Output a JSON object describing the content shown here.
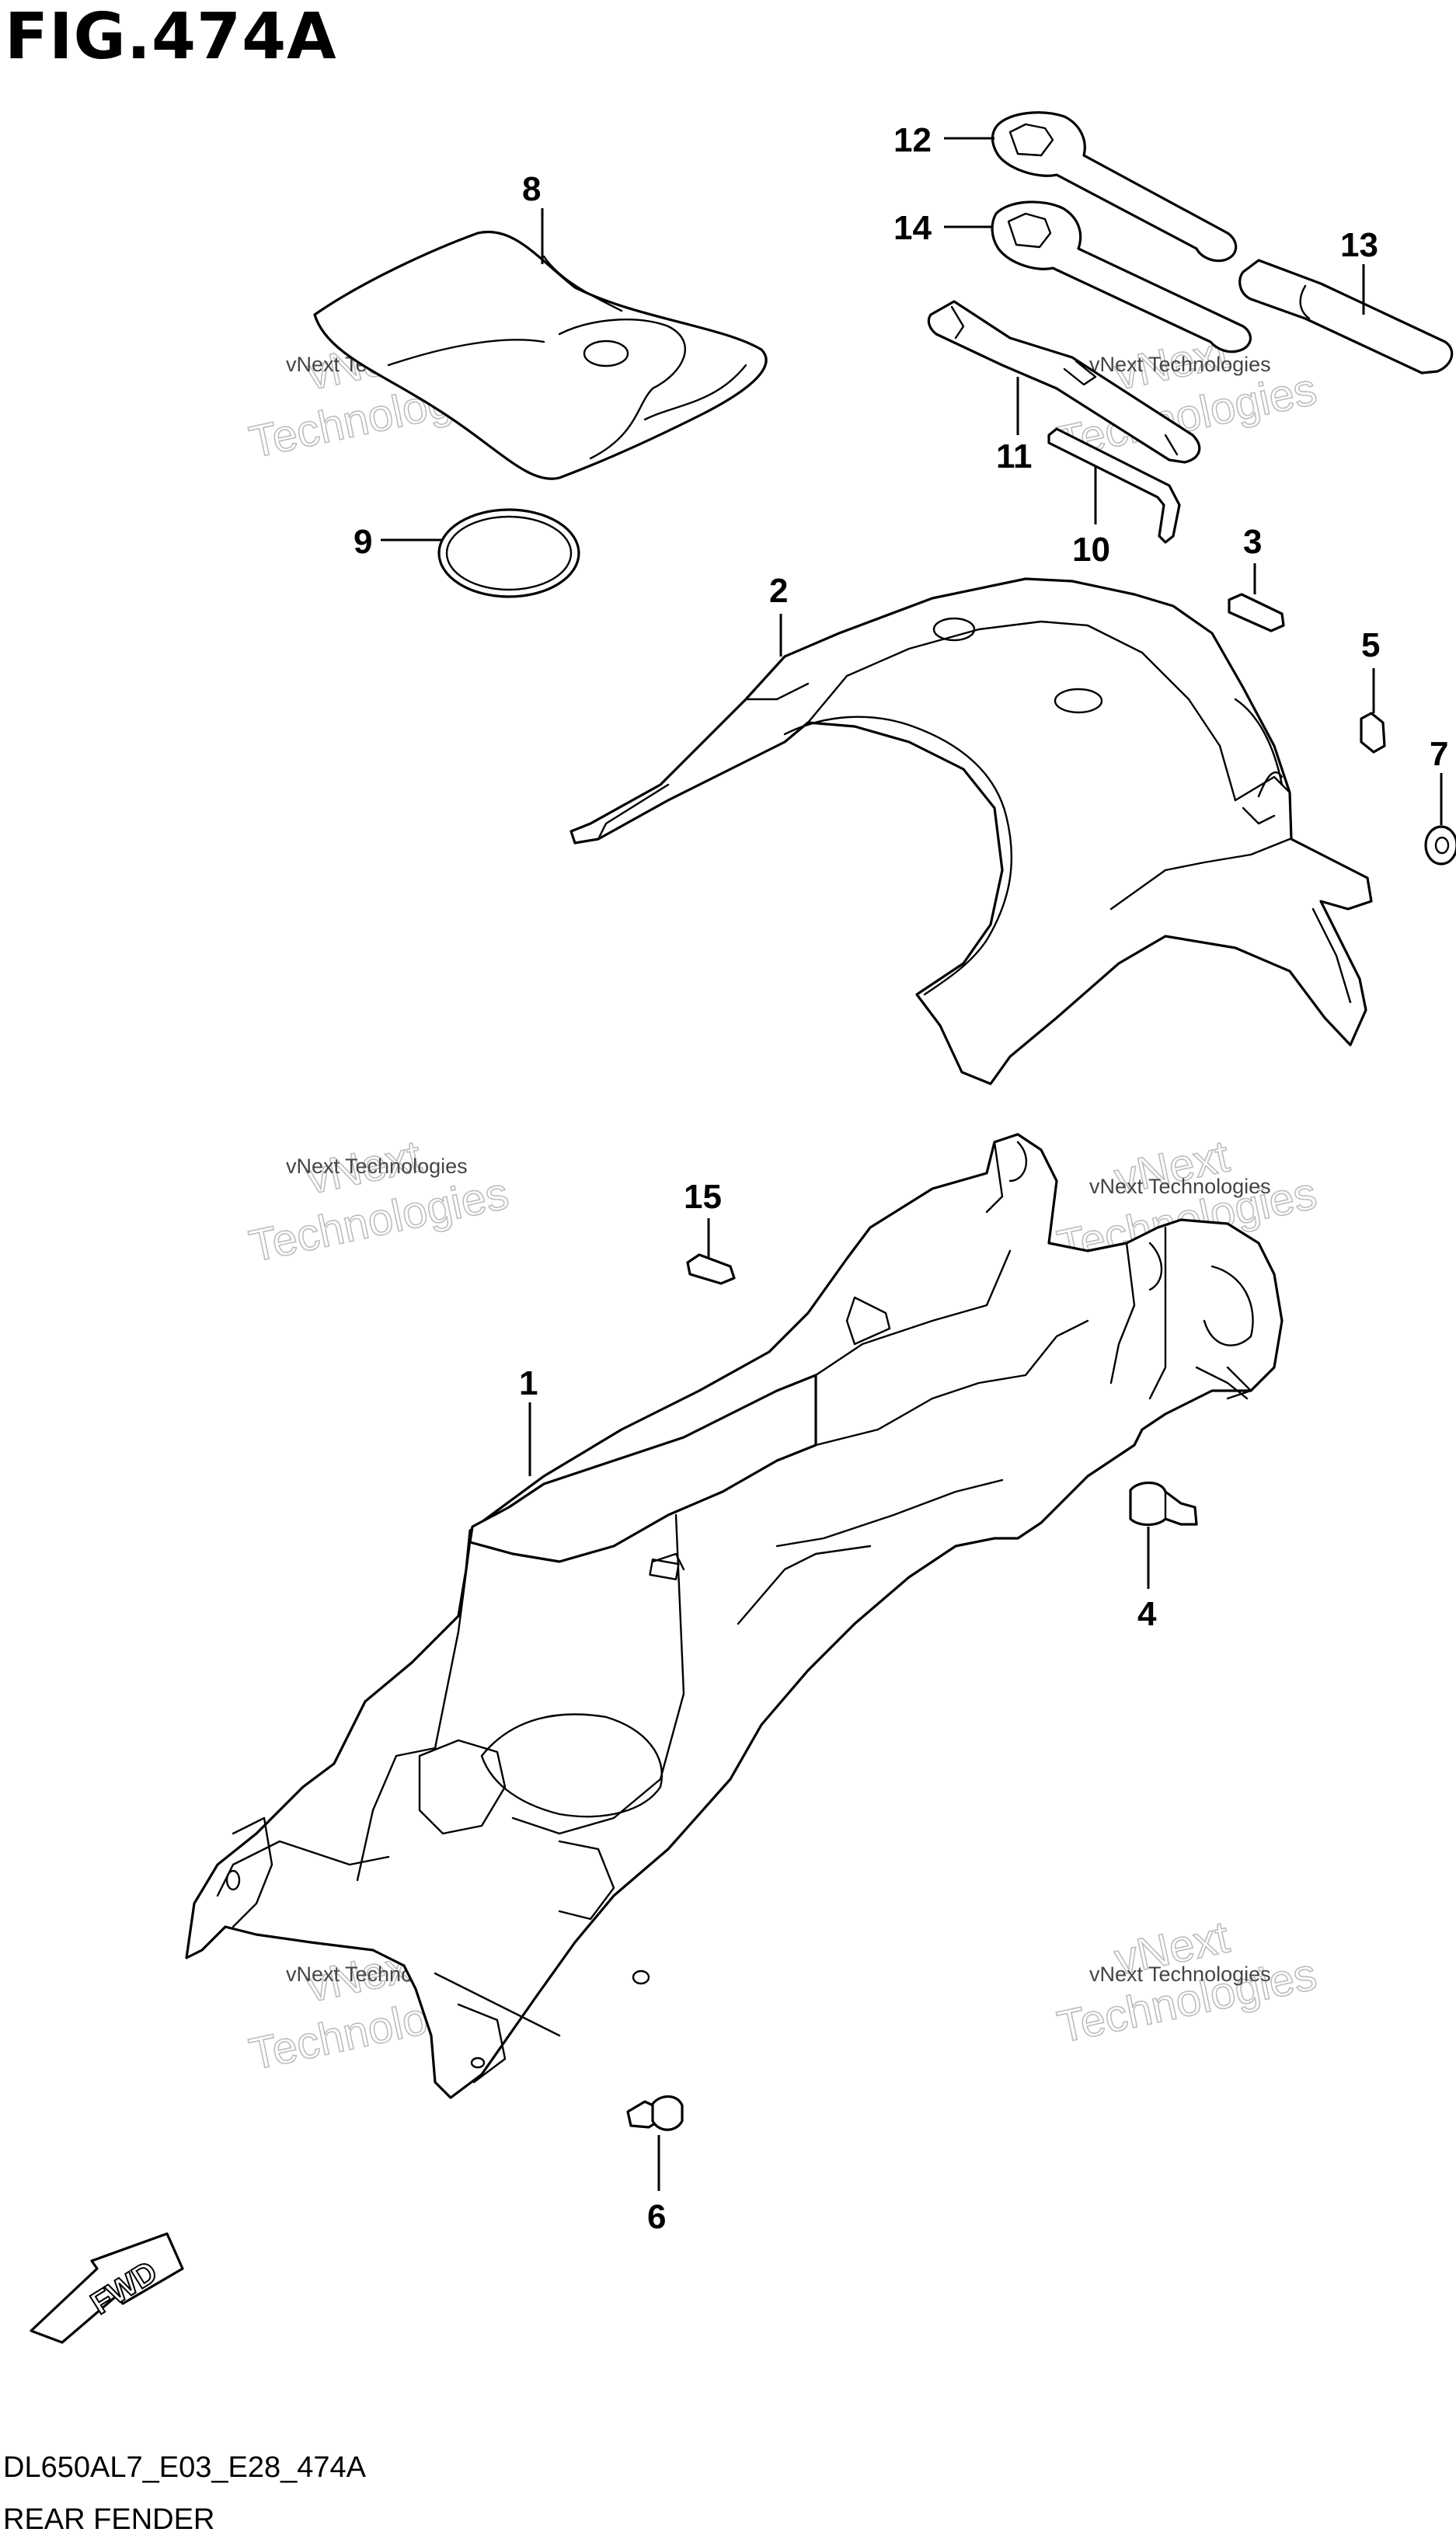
{
  "figure": {
    "title": "FIG.474A",
    "code": "DL650AL7_E03_E28_474A",
    "name": "REAR FENDER"
  },
  "callouts": {
    "c1": "1",
    "c2": "2",
    "c3": "3",
    "c4": "4",
    "c5": "5",
    "c6": "6",
    "c7": "7",
    "c8": "8",
    "c9": "9",
    "c10": "10",
    "c11": "11",
    "c12": "12",
    "c13": "13",
    "c14": "14",
    "c15": "15"
  },
  "fwd_label": "FWD",
  "watermark": {
    "line1": "vNext",
    "line2": "Technologies",
    "small": "vNext Technologies"
  }
}
